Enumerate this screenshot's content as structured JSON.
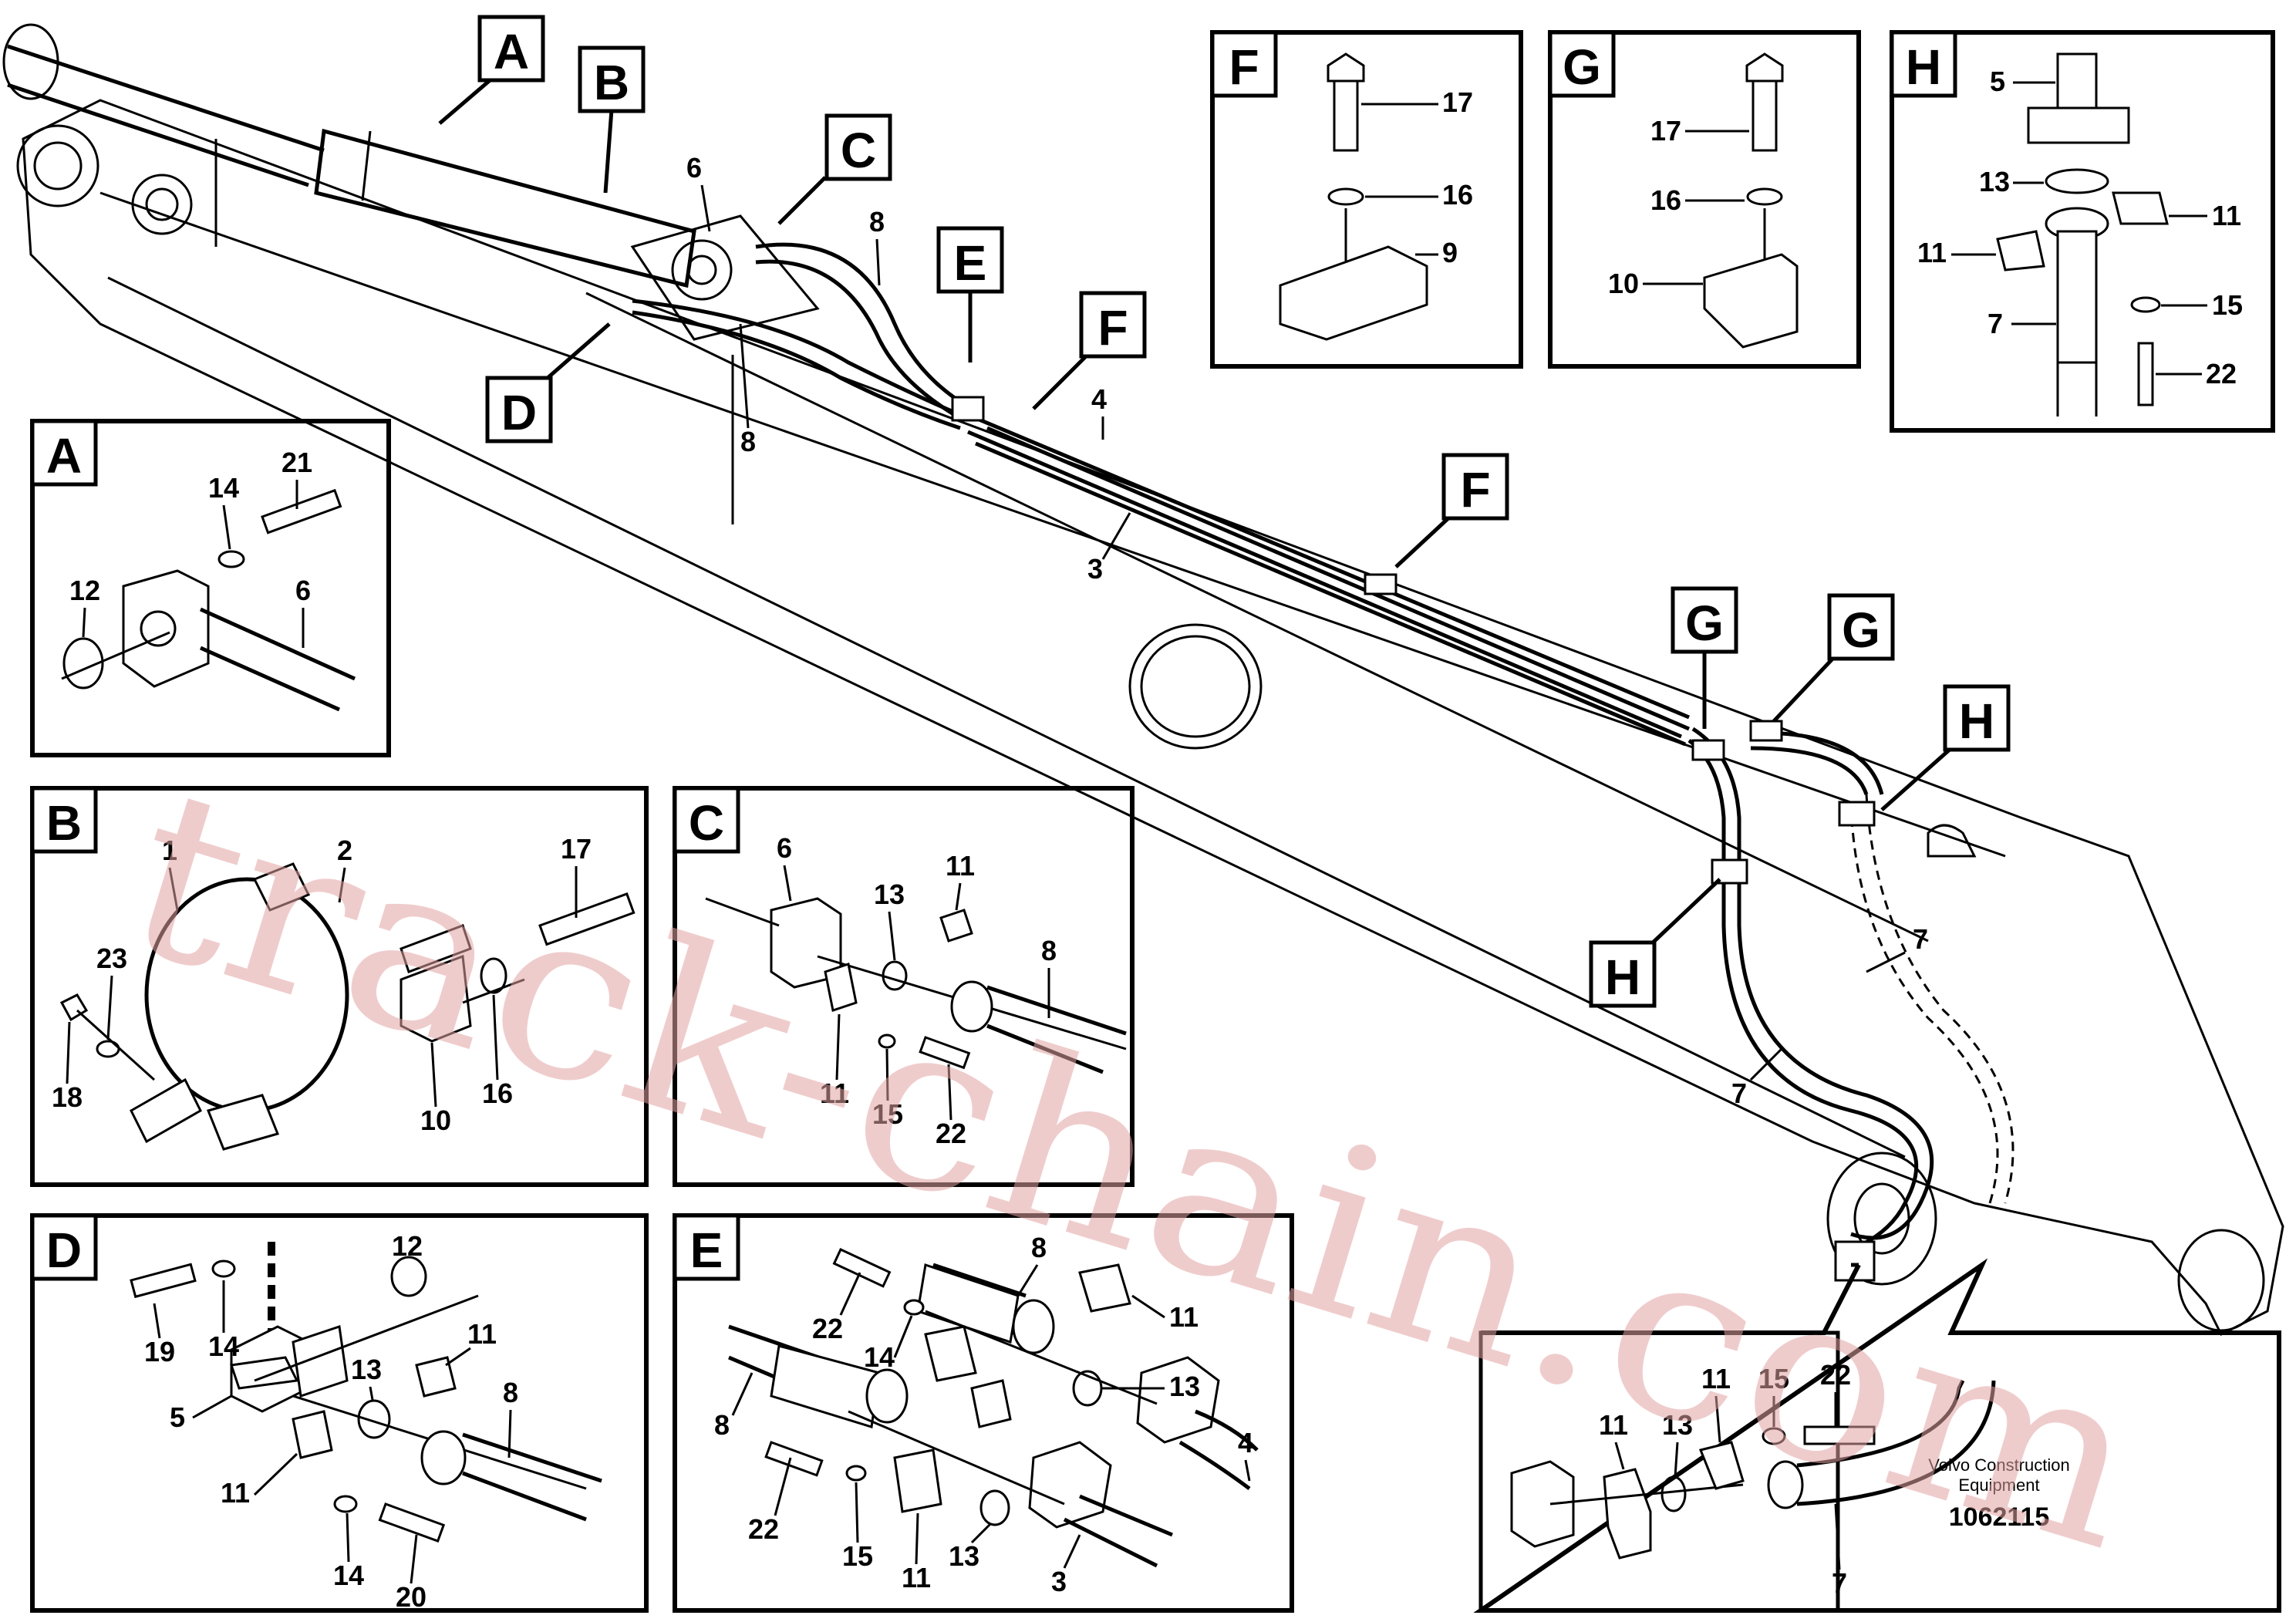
{
  "callouts": [
    "A",
    "B",
    "C",
    "D",
    "E",
    "F",
    "G",
    "H"
  ],
  "main_labels": {
    "n6": "6",
    "n8a": "8",
    "n8b": "8",
    "n4": "4",
    "n3": "3",
    "n7a": "7",
    "n7b": "7"
  },
  "detail_F": {
    "title": "F",
    "labels": [
      "17",
      "16",
      "9"
    ]
  },
  "detail_G": {
    "title": "G",
    "labels": [
      "17",
      "16",
      "10"
    ]
  },
  "detail_H": {
    "title": "H",
    "labels": [
      "5",
      "13",
      "11",
      "11",
      "7",
      "15",
      "22"
    ]
  },
  "detail_A": {
    "title": "A",
    "labels": [
      "21",
      "14",
      "12",
      "6"
    ]
  },
  "detail_B": {
    "title": "B",
    "labels": [
      "1",
      "2",
      "17",
      "23",
      "18",
      "10",
      "16"
    ]
  },
  "detail_C": {
    "title": "C",
    "labels": [
      "6",
      "13",
      "11",
      "8",
      "11",
      "15",
      "22"
    ]
  },
  "detail_D": {
    "title": "D",
    "labels": [
      "12",
      "19",
      "14",
      "11",
      "13",
      "5",
      "8",
      "11",
      "14",
      "20"
    ]
  },
  "detail_E": {
    "title": "E",
    "labels": [
      "8",
      "22",
      "11",
      "14",
      "13",
      "8",
      "4",
      "22",
      "15",
      "11",
      "13",
      "3"
    ]
  },
  "detail_bottom": {
    "labels": [
      "11",
      "15",
      "22",
      "11",
      "13",
      "7"
    ]
  },
  "watermark": "track-chain.com",
  "footer": {
    "line1": "Volvo Construction",
    "line2": "Equipment",
    "number": "1062115"
  }
}
